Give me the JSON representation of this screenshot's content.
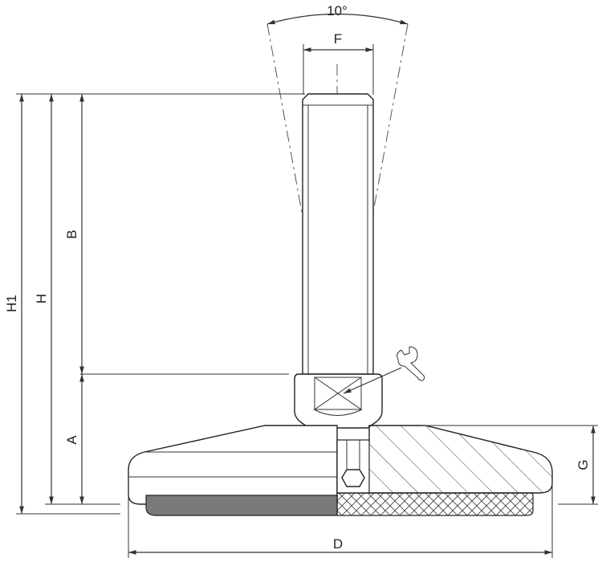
{
  "labels": {
    "angle": "10°",
    "F": "F",
    "B": "B",
    "H1": "H1",
    "H": "H",
    "A": "A",
    "G": "G",
    "D": "D"
  },
  "icons": {
    "wrench": "wrench-icon"
  },
  "colors": {
    "line": "#333333",
    "pad": "#7a7a7a"
  }
}
